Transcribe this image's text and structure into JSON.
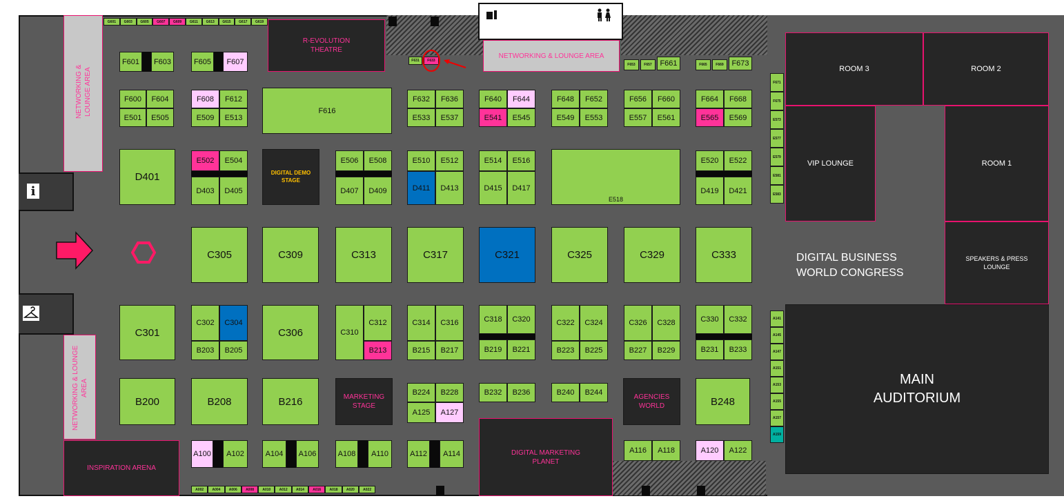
{
  "map": {
    "colors": {
      "floor": "#5a5a5a",
      "booth": "#92d050",
      "booth_reserved": "#ff3399",
      "booth_pending": "#ffccff",
      "booth_premium": "#0070c0",
      "venue": "#262626",
      "accent": "#e8126e"
    },
    "icons": [
      "info-icon",
      "coat-hanger-icon",
      "entrance-arrow-icon",
      "meeting-point-hexagon-icon",
      "restroom-icon",
      "bar-icon",
      "location-marker-icon"
    ],
    "areas": {
      "revolution_theatre": "R-EVOLUTION\nTHEATRE",
      "networking_top": "NETWORKING & LOUNGE AREA",
      "networking_left_top": "NETWORKING &\nLOUNGE AREA",
      "networking_left_bottom": "NETWORKING & LOUNGE\nAREA",
      "digital_demo_stage": "DIGITAL DEMO\nSTAGE",
      "marketing_stage": "MARKETING\nSTAGE",
      "agencies_world": "AGENCIES\nWORLD",
      "digital_marketing_planet": "DIGITAL MARKETING\nPLANET",
      "inspiration_arena": "INSPIRATION ARENA",
      "room3": "ROOM 3",
      "room2": "ROOM 2",
      "room1": "ROOM 1",
      "vip_lounge": "VIP LOUNGE",
      "dbwc": "DIGITAL BUSINESS\nWORLD CONGRESS",
      "speakers_press": "SPEAKERS & PRESS\nLOUNGE",
      "main_auditorium": "MAIN\nAUDITORIUM"
    },
    "g_top": [
      {
        "label": "G601",
        "status": "available"
      },
      {
        "label": "G603",
        "status": "available"
      },
      {
        "label": "G605",
        "status": "available"
      },
      {
        "label": "G607",
        "status": "reserved"
      },
      {
        "label": "G609",
        "status": "reserved"
      },
      {
        "label": "G611",
        "status": "available"
      },
      {
        "label": "G613",
        "status": "available"
      },
      {
        "label": "G615",
        "status": "available"
      },
      {
        "label": "G617",
        "status": "available"
      },
      {
        "label": "G619",
        "status": "available"
      }
    ],
    "g_bottom": [
      {
        "label": "A002",
        "status": "available"
      },
      {
        "label": "A004",
        "status": "available"
      },
      {
        "label": "A006",
        "status": "available"
      },
      {
        "label": "A008",
        "status": "reserved"
      },
      {
        "label": "A010",
        "status": "available"
      },
      {
        "label": "A012",
        "status": "available"
      },
      {
        "label": "A014",
        "status": "available"
      },
      {
        "label": "A016",
        "status": "reserved"
      },
      {
        "label": "A018",
        "status": "available"
      },
      {
        "label": "A020",
        "status": "available"
      },
      {
        "label": "A022",
        "status": "available"
      }
    ],
    "small": {
      "f631": "F631",
      "f633": "F633",
      "f653": "F653",
      "f657": "F657",
      "f665": "F665",
      "f669": "F669"
    },
    "side_top": [
      "F671",
      "F675",
      "E573",
      "E577",
      "E579",
      "E581",
      "E583"
    ],
    "side_bottom": [
      "A141",
      "A145",
      "A147",
      "A151",
      "A153",
      "A155",
      "A157",
      "A159"
    ],
    "booths": [
      {
        "id": "F601",
        "label": "F601",
        "status": "available"
      },
      {
        "id": "F603",
        "label": "F603",
        "status": "available"
      },
      {
        "id": "F605",
        "label": "F605",
        "status": "available"
      },
      {
        "id": "F607",
        "label": "F607",
        "status": "pending"
      },
      {
        "id": "F661",
        "label": "F661",
        "status": "available"
      },
      {
        "id": "F673",
        "label": "F673",
        "status": "available"
      },
      {
        "id": "F600",
        "label": "F600",
        "status": "available"
      },
      {
        "id": "F604",
        "label": "F604",
        "status": "available"
      },
      {
        "id": "E501",
        "label": "E501",
        "status": "available"
      },
      {
        "id": "E505",
        "label": "E505",
        "status": "available"
      },
      {
        "id": "F608",
        "label": "F608",
        "status": "pending"
      },
      {
        "id": "F612",
        "label": "F612",
        "status": "available"
      },
      {
        "id": "E509",
        "label": "E509",
        "status": "available"
      },
      {
        "id": "E513",
        "label": "E513",
        "status": "available"
      },
      {
        "id": "F616",
        "label": "F616",
        "status": "available"
      },
      {
        "id": "F632",
        "label": "F632",
        "status": "available"
      },
      {
        "id": "F636",
        "label": "F636",
        "status": "available"
      },
      {
        "id": "E533",
        "label": "E533",
        "status": "available"
      },
      {
        "id": "E537",
        "label": "E537",
        "status": "available"
      },
      {
        "id": "F640",
        "label": "F640",
        "status": "available"
      },
      {
        "id": "F644",
        "label": "F644",
        "status": "pending"
      },
      {
        "id": "E541",
        "label": "E541",
        "status": "reserved"
      },
      {
        "id": "E545",
        "label": "E545",
        "status": "available"
      },
      {
        "id": "F648",
        "label": "F648",
        "status": "available"
      },
      {
        "id": "F652",
        "label": "F652",
        "status": "available"
      },
      {
        "id": "E549",
        "label": "E549",
        "status": "available"
      },
      {
        "id": "E553",
        "label": "E553",
        "status": "available"
      },
      {
        "id": "F656",
        "label": "F656",
        "status": "available"
      },
      {
        "id": "F660",
        "label": "F660",
        "status": "available"
      },
      {
        "id": "E557",
        "label": "E557",
        "status": "available"
      },
      {
        "id": "E561",
        "label": "E561",
        "status": "available"
      },
      {
        "id": "F664",
        "label": "F664",
        "status": "available"
      },
      {
        "id": "F668",
        "label": "F668",
        "status": "available"
      },
      {
        "id": "E565",
        "label": "E565",
        "status": "reserved"
      },
      {
        "id": "E569",
        "label": "E569",
        "status": "available"
      },
      {
        "id": "D401",
        "label": "D401",
        "status": "available"
      },
      {
        "id": "E502",
        "label": "E502",
        "status": "reserved"
      },
      {
        "id": "E504",
        "label": "E504",
        "status": "available"
      },
      {
        "id": "D403",
        "label": "D403",
        "status": "available"
      },
      {
        "id": "D405",
        "label": "D405",
        "status": "available"
      },
      {
        "id": "E506",
        "label": "E506",
        "status": "available"
      },
      {
        "id": "E508",
        "label": "E508",
        "status": "available"
      },
      {
        "id": "D407",
        "label": "D407",
        "status": "available"
      },
      {
        "id": "D409",
        "label": "D409",
        "status": "available"
      },
      {
        "id": "E510",
        "label": "E510",
        "status": "available"
      },
      {
        "id": "E512",
        "label": "E512",
        "status": "available"
      },
      {
        "id": "D411",
        "label": "D411",
        "status": "premium"
      },
      {
        "id": "D413",
        "label": "D413",
        "status": "available"
      },
      {
        "id": "E514",
        "label": "E514",
        "status": "available"
      },
      {
        "id": "E516",
        "label": "E516",
        "status": "available"
      },
      {
        "id": "D415",
        "label": "D415",
        "status": "available"
      },
      {
        "id": "D417",
        "label": "D417",
        "status": "available"
      },
      {
        "id": "E518",
        "label": "E518",
        "status": "available"
      },
      {
        "id": "E520",
        "label": "E520",
        "status": "available"
      },
      {
        "id": "E522",
        "label": "E522",
        "status": "available"
      },
      {
        "id": "D419",
        "label": "D419",
        "status": "available"
      },
      {
        "id": "D421",
        "label": "D421",
        "status": "available"
      },
      {
        "id": "C305",
        "label": "C305",
        "status": "available"
      },
      {
        "id": "C309",
        "label": "C309",
        "status": "available"
      },
      {
        "id": "C313",
        "label": "C313",
        "status": "available"
      },
      {
        "id": "C317",
        "label": "C317",
        "status": "available"
      },
      {
        "id": "C321",
        "label": "C321",
        "status": "premium"
      },
      {
        "id": "C325",
        "label": "C325",
        "status": "available"
      },
      {
        "id": "C329",
        "label": "C329",
        "status": "available"
      },
      {
        "id": "C333",
        "label": "C333",
        "status": "available"
      },
      {
        "id": "C301",
        "label": "C301",
        "status": "available"
      },
      {
        "id": "C302",
        "label": "C302",
        "status": "available"
      },
      {
        "id": "C304",
        "label": "C304",
        "status": "premium"
      },
      {
        "id": "B203",
        "label": "B203",
        "status": "available"
      },
      {
        "id": "B205",
        "label": "B205",
        "status": "available"
      },
      {
        "id": "C306",
        "label": "C306",
        "status": "available"
      },
      {
        "id": "C310",
        "label": "C310",
        "status": "available"
      },
      {
        "id": "C312",
        "label": "C312",
        "status": "available"
      },
      {
        "id": "B213",
        "label": "B213",
        "status": "reserved"
      },
      {
        "id": "C314",
        "label": "C314",
        "status": "available"
      },
      {
        "id": "C316",
        "label": "C316",
        "status": "available"
      },
      {
        "id": "B215",
        "label": "B215",
        "status": "available"
      },
      {
        "id": "B217",
        "label": "B217",
        "status": "available"
      },
      {
        "id": "C318",
        "label": "C318",
        "status": "available"
      },
      {
        "id": "C320",
        "label": "C320",
        "status": "available"
      },
      {
        "id": "B219",
        "label": "B219",
        "status": "available"
      },
      {
        "id": "B221",
        "label": "B221",
        "status": "available"
      },
      {
        "id": "C322",
        "label": "C322",
        "status": "available"
      },
      {
        "id": "C324",
        "label": "C324",
        "status": "available"
      },
      {
        "id": "B223",
        "label": "B223",
        "status": "available"
      },
      {
        "id": "B225",
        "label": "B225",
        "status": "available"
      },
      {
        "id": "C326",
        "label": "C326",
        "status": "available"
      },
      {
        "id": "C328",
        "label": "C328",
        "status": "available"
      },
      {
        "id": "B227",
        "label": "B227",
        "status": "available"
      },
      {
        "id": "B229",
        "label": "B229",
        "status": "available"
      },
      {
        "id": "C330",
        "label": "C330",
        "status": "available"
      },
      {
        "id": "C332",
        "label": "C332",
        "status": "available"
      },
      {
        "id": "B231",
        "label": "B231",
        "status": "available"
      },
      {
        "id": "B233",
        "label": "B233",
        "status": "available"
      },
      {
        "id": "B200",
        "label": "B200",
        "status": "available"
      },
      {
        "id": "B208",
        "label": "B208",
        "status": "available"
      },
      {
        "id": "B216",
        "label": "B216",
        "status": "available"
      },
      {
        "id": "B224",
        "label": "B224",
        "status": "available"
      },
      {
        "id": "B228",
        "label": "B228",
        "status": "available"
      },
      {
        "id": "A125",
        "label": "A125",
        "status": "available"
      },
      {
        "id": "A127",
        "label": "A127",
        "status": "pending"
      },
      {
        "id": "B232",
        "label": "B232",
        "status": "available"
      },
      {
        "id": "B236",
        "label": "B236",
        "status": "available"
      },
      {
        "id": "B240",
        "label": "B240",
        "status": "available"
      },
      {
        "id": "B244",
        "label": "B244",
        "status": "available"
      },
      {
        "id": "B248",
        "label": "B248",
        "status": "available"
      },
      {
        "id": "A100",
        "label": "A100",
        "status": "pending"
      },
      {
        "id": "A102",
        "label": "A102",
        "status": "available"
      },
      {
        "id": "A104",
        "label": "A104",
        "status": "available"
      },
      {
        "id": "A106",
        "label": "A106",
        "status": "available"
      },
      {
        "id": "A108",
        "label": "A108",
        "status": "available"
      },
      {
        "id": "A110",
        "label": "A110",
        "status": "available"
      },
      {
        "id": "A112",
        "label": "A112",
        "status": "available"
      },
      {
        "id": "A114",
        "label": "A114",
        "status": "available"
      },
      {
        "id": "A116",
        "label": "A116",
        "status": "available"
      },
      {
        "id": "A118",
        "label": "A118",
        "status": "available"
      },
      {
        "id": "A120",
        "label": "A120",
        "status": "pending"
      },
      {
        "id": "A122",
        "label": "A122",
        "status": "available"
      }
    ]
  }
}
